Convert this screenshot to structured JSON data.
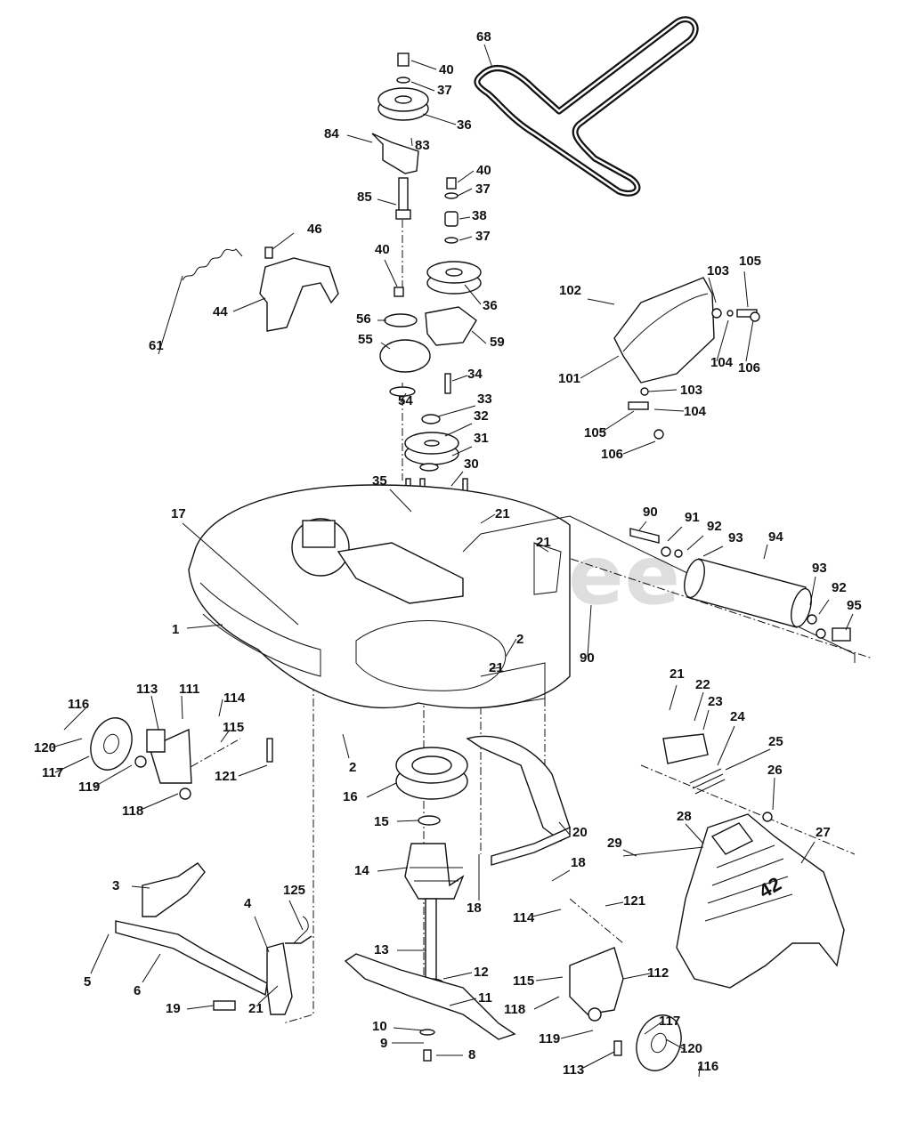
{
  "watermark": "PartsTree",
  "callouts": [
    "1",
    "2",
    "2",
    "3",
    "4",
    "5",
    "6",
    "8",
    "9",
    "10",
    "11",
    "12",
    "13",
    "14",
    "15",
    "16",
    "17",
    "18",
    "18",
    "19",
    "20",
    "21",
    "21",
    "21",
    "21",
    "21",
    "22",
    "23",
    "24",
    "25",
    "26",
    "27",
    "28",
    "29",
    "30",
    "31",
    "32",
    "33",
    "34",
    "35",
    "36",
    "36",
    "37",
    "37",
    "37",
    "38",
    "40",
    "40",
    "40",
    "44",
    "46",
    "54",
    "55",
    "56",
    "59",
    "61",
    "68",
    "83",
    "84",
    "85",
    "90",
    "90",
    "91",
    "92",
    "92",
    "93",
    "93",
    "94",
    "95",
    "101",
    "102",
    "103",
    "103",
    "104",
    "104",
    "105",
    "105",
    "106",
    "106",
    "111",
    "112",
    "113",
    "113",
    "114",
    "114",
    "115",
    "115",
    "116",
    "116",
    "117",
    "117",
    "118",
    "118",
    "119",
    "119",
    "120",
    "120",
    "121",
    "121",
    "125"
  ],
  "deck_badge": "42"
}
